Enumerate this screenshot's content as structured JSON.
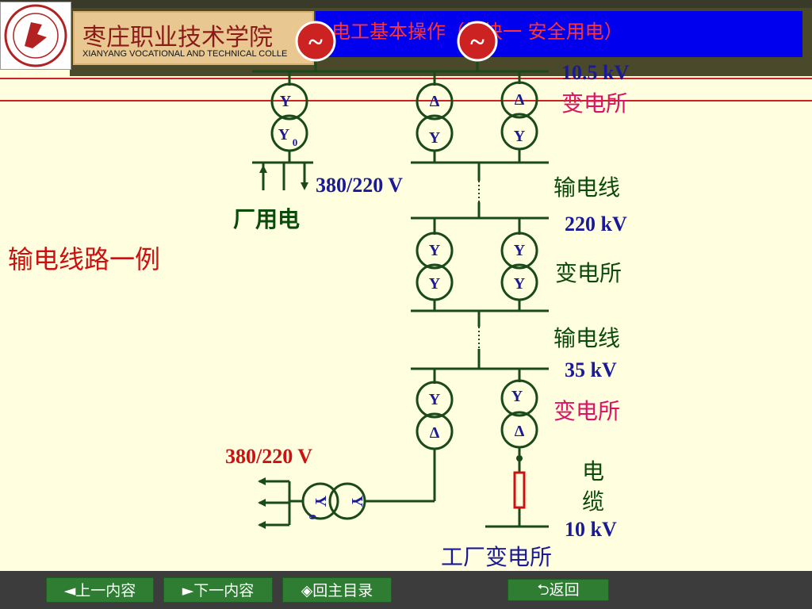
{
  "header": {
    "school_name_cn": "枣庄职业技术学院",
    "school_name_en": "XIANYANG VOCATIONAL AND TECHNICAL COLLE",
    "course_title": "电工基本操作（模块一 安全用电）"
  },
  "generators": {
    "symbol": "~"
  },
  "transformers": {
    "t1": {
      "top": "Y",
      "bottom": "Y",
      "bottom_sub": "0"
    },
    "t2": {
      "top": "Δ",
      "bottom": "Y"
    },
    "t3": {
      "top": "Δ",
      "bottom": "Y"
    },
    "t4": {
      "top": "Y",
      "bottom": "Y"
    },
    "t5": {
      "top": "Y",
      "bottom": "Y"
    },
    "t6": {
      "top": "Y",
      "bottom": "Δ"
    },
    "t7": {
      "top": "Y",
      "bottom": "Δ"
    },
    "t8": {
      "left": "Y",
      "left_sub": "0",
      "right": "Y"
    }
  },
  "labels": {
    "voltage_10_5": "10.5 kV",
    "substation_1": "变电所",
    "voltage_380_top": "380/220 V",
    "plant_power": "厂用电",
    "line_1": "输电线",
    "voltage_220": "220 kV",
    "substation_2": "变电所",
    "line_2": "输电线",
    "voltage_35": "35 kV",
    "substation_3": "变电所",
    "voltage_380_bottom": "380/220 V",
    "cable_1": "电",
    "cable_2": "缆",
    "voltage_10": "10 kV",
    "factory_substation": "工厂变电所",
    "slide_caption": "输电线路一例"
  },
  "nav": {
    "prev": "◄上一内容",
    "next": "►下一内容",
    "main": "◈回主目录",
    "back": "⮌返回"
  },
  "colors": {
    "line": "#1a4a1a",
    "label_blue": "#1a1a99",
    "label_green": "#0a4a0a",
    "label_red": "#cc1111",
    "label_magenta": "#dd1166"
  }
}
